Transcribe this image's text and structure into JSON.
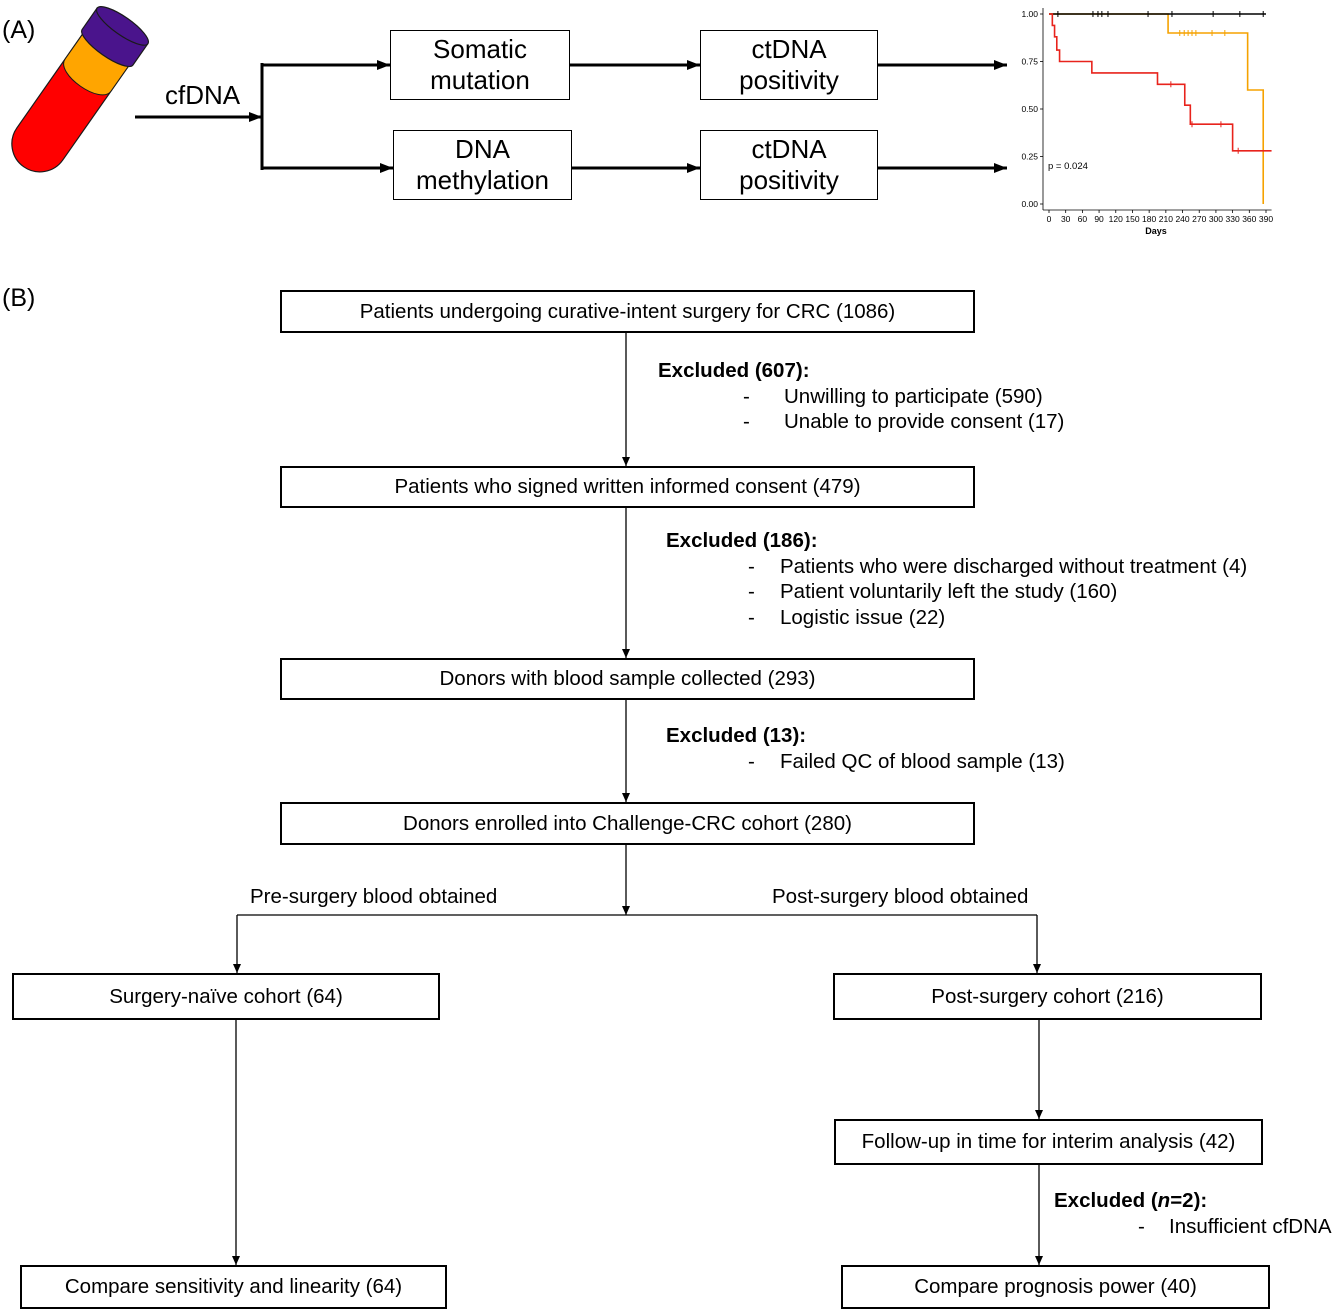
{
  "panel_a": {
    "label": "(A)",
    "input_label": "cfDNA",
    "somatic_box": {
      "lines": [
        "Somatic",
        "mutation"
      ]
    },
    "methylation_box": {
      "lines": [
        "DNA",
        "methylation"
      ]
    },
    "positivity_box_top": {
      "lines": [
        "ctDNA",
        "positivity"
      ]
    },
    "positivity_box_bottom": {
      "lines": [
        "ctDNA",
        "positivity"
      ]
    },
    "tube_colors": {
      "cap": "#4a148c",
      "serum": "#ffa500",
      "blood": "#ff0000"
    }
  },
  "chart_data": {
    "type": "line",
    "interpolation": "step-after",
    "xlabel": "Days",
    "ylabel": "",
    "xlim": [
      0,
      400
    ],
    "ylim": [
      0,
      1
    ],
    "x_ticks": [
      0,
      30,
      60,
      90,
      120,
      150,
      180,
      210,
      240,
      270,
      300,
      330,
      360,
      390
    ],
    "x_tick_labels": [
      "0",
      "30",
      "60",
      "90",
      "120",
      "150",
      "180",
      "210",
      "240",
      "270",
      "300",
      "330",
      "360",
      "390"
    ],
    "y_ticks": [
      0,
      0.25,
      0.5,
      0.75,
      1
    ],
    "y_tick_labels": [
      "0.00",
      "0.25",
      "0.50",
      "0.75",
      "1.00"
    ],
    "annotation": "p = 0.024",
    "grid": false,
    "legend": "none",
    "series": [
      {
        "color": "#000000",
        "steps": [
          [
            0,
            1.0
          ]
        ],
        "end": 390,
        "censored": [
          16,
          79,
          88,
          95,
          106,
          178,
          221,
          295,
          343,
          385
        ]
      },
      {
        "color": "#f5a200",
        "steps": [
          [
            0,
            1.0
          ],
          [
            214,
            0.9
          ],
          [
            357,
            0.6
          ],
          [
            385,
            0.0
          ]
        ],
        "end": 385,
        "censored": [
          235,
          243,
          250,
          257,
          264,
          293,
          316
        ]
      },
      {
        "color": "#e8231c",
        "steps": [
          [
            0,
            1.0
          ],
          [
            6,
            0.94
          ],
          [
            10,
            0.88
          ],
          [
            14,
            0.81
          ],
          [
            19,
            0.75
          ],
          [
            77,
            0.69
          ],
          [
            195,
            0.63
          ],
          [
            244,
            0.52
          ],
          [
            254,
            0.42
          ],
          [
            330,
            0.28
          ]
        ],
        "end": 400,
        "censored": [
          219,
          257,
          309,
          340
        ]
      }
    ]
  },
  "panel_b": {
    "label": "(B)",
    "box_surgery_all": "Patients undergoing curative-intent surgery for CRC (1086)",
    "box_consent": "Patients who signed written informed consent (479)",
    "box_blood": "Donors with blood sample collected (293)",
    "box_cohort": "Donors enrolled into Challenge-CRC cohort (280)",
    "branch_pre_label": "Pre-surgery blood obtained",
    "branch_post_label": "Post-surgery blood obtained",
    "box_surgery_naive": "Surgery-naïve cohort (64)",
    "box_post_surgery": "Post-surgery cohort (216)",
    "box_follow_up": "Follow-up in time for interim analysis (42)",
    "box_compare_sensitivity": "Compare sensitivity and linearity (64)",
    "box_compare_prognosis": "Compare prognosis power (40)",
    "bullet": "-",
    "exclusions": [
      {
        "title": "Excluded (607):",
        "items": [
          "Unwilling to participate (590)",
          "Unable to provide consent (17)"
        ]
      },
      {
        "title": "Excluded (186):",
        "items": [
          "Patients who were discharged without treatment (4)",
          "Patient voluntarily left the study (160)",
          "Logistic issue (22)"
        ]
      },
      {
        "title": "Excluded (13):",
        "items": [
          "Failed QC of blood sample (13)"
        ]
      },
      {
        "title_prefix": "Excluded (",
        "title_italic": "n",
        "title_suffix": "=2):",
        "items": [
          "Insufficient cfDNA"
        ]
      }
    ]
  }
}
